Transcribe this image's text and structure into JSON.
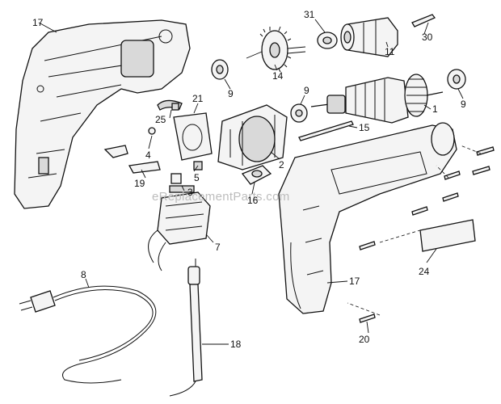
{
  "watermark": "eReplacementParts.com",
  "labels": {
    "p17a": "17",
    "p31": "31",
    "p30": "30",
    "p11": "11",
    "p14": "14",
    "p9a": "9",
    "p9b": "9",
    "p9c": "9",
    "p21": "21",
    "p25": "25",
    "p1": "1",
    "p15": "15",
    "p2": "2",
    "p4": "4",
    "p19": "19",
    "p5": "5",
    "p3": "3",
    "p16": "16",
    "p7": "7",
    "p8": "8",
    "p24": "24",
    "p17b": "17",
    "p18": "18",
    "p20": "20"
  }
}
